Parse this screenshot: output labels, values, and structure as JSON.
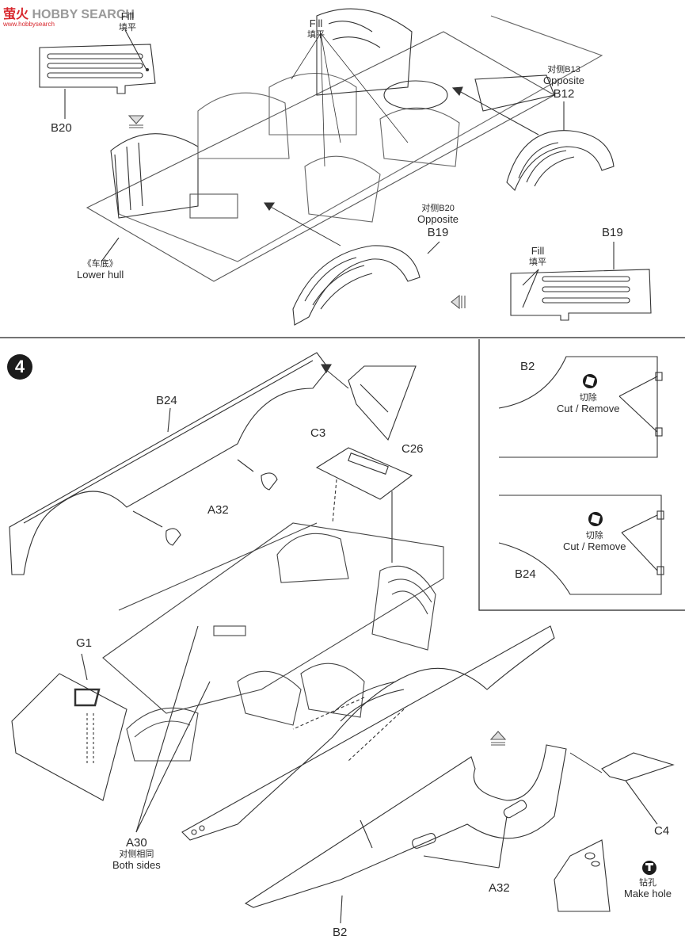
{
  "watermark": {
    "brand_cn": "萤火",
    "brand_en": "HOBBY SEARCH",
    "site": "www.hobbysearch"
  },
  "step_number": "4",
  "top": {
    "fill_label": "Fill",
    "fill_label_cn": "填平",
    "b20": "B20",
    "b13_opposite_cn": "对侧B13",
    "b13_opposite": "Opposite",
    "b12": "B12",
    "b20_opposite_cn": "对侧B20",
    "b20_opposite": "Opposite",
    "b19": "B19",
    "lower_hull_cn": "《车底》",
    "lower_hull": "Lower hull",
    "b19_detail": "B19",
    "fill_detail": "Fill",
    "fill_detail_cn": "填平"
  },
  "bottom": {
    "b24": "B24",
    "c3": "C3",
    "c26": "C26",
    "a32_top": "A32",
    "g1": "G1",
    "a30": "A30",
    "a30_cn": "对侧相同",
    "a30_note": "Both sides",
    "a32_bottom": "A32",
    "b2": "B2",
    "c4": "C4",
    "drill_cn": "钻孔",
    "drill": "Make hole"
  },
  "detail_panel": {
    "b2_label": "B2",
    "cut_cn_1": "切除",
    "cut_1": "Cut / Remove",
    "b24_label": "B24",
    "cut_cn_2": "切除",
    "cut_2": "Cut / Remove"
  }
}
